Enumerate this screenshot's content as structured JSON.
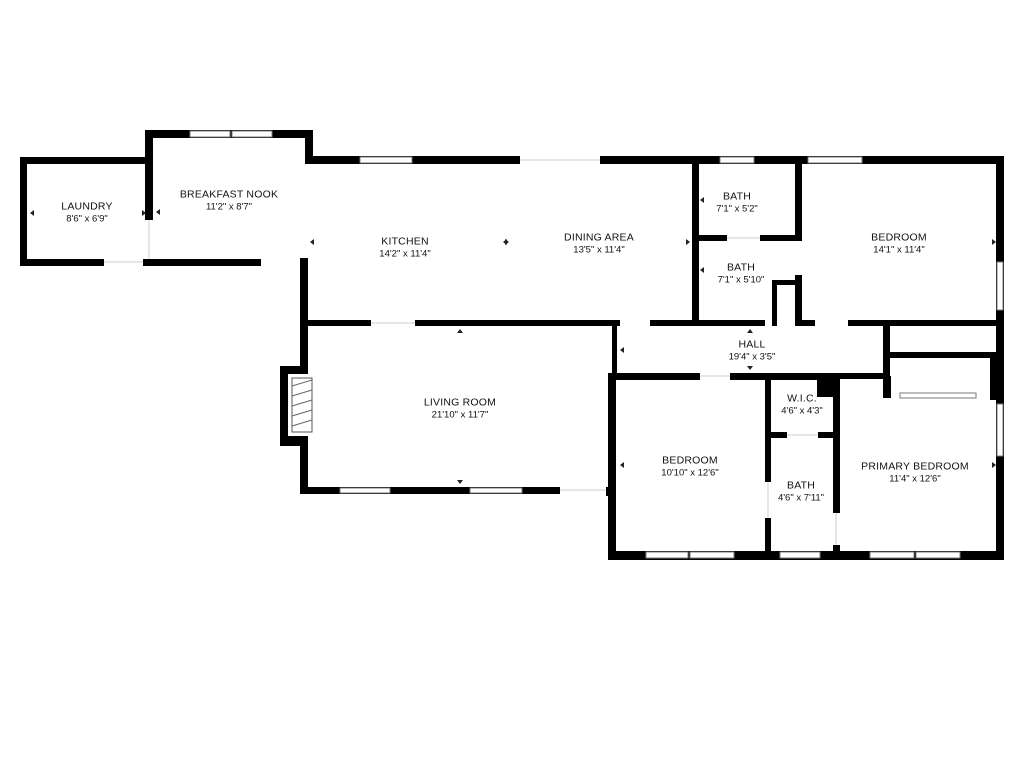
{
  "rooms": [
    {
      "id": "laundry",
      "name": "LAUNDRY",
      "dim": "8'6\" x 6'9\""
    },
    {
      "id": "breakfast-nook",
      "name": "BREAKFAST NOOK",
      "dim": "11'2\" x 8'7\""
    },
    {
      "id": "kitchen",
      "name": "KITCHEN",
      "dim": "14'2\" x 11'4\""
    },
    {
      "id": "dining-area",
      "name": "DINING AREA",
      "dim": "13'5\" x 11'4\""
    },
    {
      "id": "bath-1",
      "name": "BATH",
      "dim": "7'1\" x 5'2\""
    },
    {
      "id": "bath-2",
      "name": "BATH",
      "dim": "7'1\" x 5'10\""
    },
    {
      "id": "bedroom-1",
      "name": "BEDROOM",
      "dim": "14'1\" x 11'4\""
    },
    {
      "id": "hall",
      "name": "HALL",
      "dim": "19'4\" x 3'5\""
    },
    {
      "id": "living-room",
      "name": "LIVING ROOM",
      "dim": "21'10\" x 11'7\""
    },
    {
      "id": "wic",
      "name": "W.I.C.",
      "dim": "4'6\" x 4'3\""
    },
    {
      "id": "bedroom-2",
      "name": "BEDROOM",
      "dim": "10'10\" x 12'6\""
    },
    {
      "id": "bath-3",
      "name": "BATH",
      "dim": "4'6\" x 7'11\""
    },
    {
      "id": "primary-bedroom",
      "name": "PRIMARY BEDROOM",
      "dim": "11'4\" x 12'6\""
    }
  ],
  "colors": {
    "wall": "#000000",
    "window": "#ffffff",
    "background": "#ffffff"
  }
}
